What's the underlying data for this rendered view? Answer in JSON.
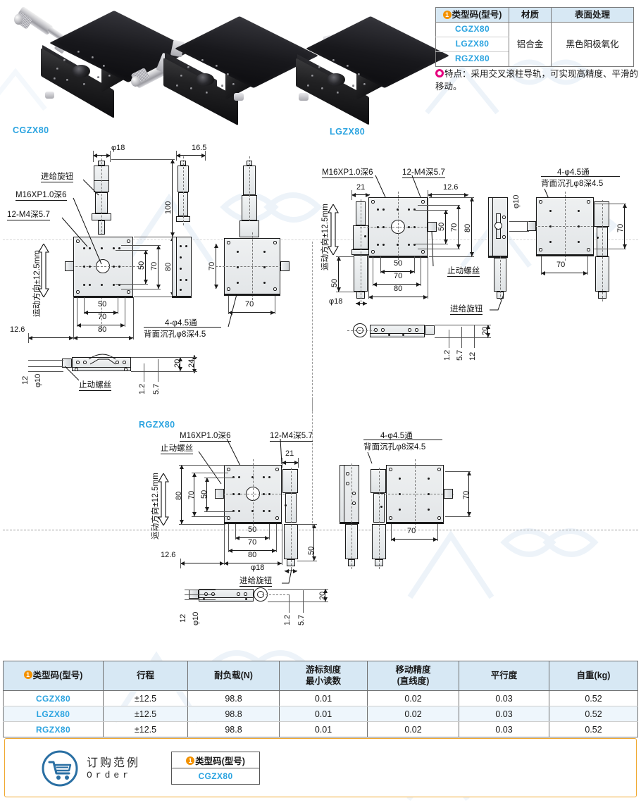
{
  "material_table": {
    "headers": [
      "类型码(型号)",
      "材质",
      "表面处理"
    ],
    "badge": "1",
    "models": [
      "CGZX80",
      "LGZX80",
      "RGZX80"
    ],
    "material": "铝合金",
    "surface": "黑色阳极氧化"
  },
  "feature": {
    "text": "特点：采用交叉滚柱导轨，可实现高精度、平滑的移动。"
  },
  "drawings": {
    "cgzx80": {
      "title": "CGZX80",
      "labels": {
        "feed_knob": "进给旋钮",
        "thread_m16": "M16XP1.0深6",
        "thread_12m4": "12-M4深5.7",
        "travel": "运动方向±12.5mm",
        "through_hole": "4-φ4.5通",
        "counterbore": "背面沉孔φ8深4.5",
        "stop_screw": "止动螺丝"
      },
      "dims": {
        "d18": "φ18",
        "d165": "16.5",
        "h100": "100",
        "w50": "50",
        "w70": "70",
        "w80": "80",
        "v50": "50",
        "v70": "70",
        "v80": "80",
        "side70": "70",
        "base70": "70",
        "off126": "12.6",
        "t20": "20",
        "t24": "24",
        "t12": "1.2",
        "t57": "5.7",
        "h12": "12",
        "d10": "φ10"
      }
    },
    "lgzx80": {
      "title": "LGZX80",
      "labels": {
        "thread_m16": "M16XP1.0深6",
        "thread_12m4": "12-M4深5.7",
        "travel": "运动方向±12.5mm",
        "through_hole": "4-φ4.5通",
        "counterbore": "背面沉孔φ8深4.5",
        "stop_screw": "止动螺丝",
        "feed_knob": "进给旋钮"
      },
      "dims": {
        "w21": "21",
        "off126": "12.6",
        "w50": "50",
        "w70": "70",
        "w80": "80",
        "v50": "50",
        "v70": "70",
        "v80": "80",
        "h50": "50",
        "d18": "φ18",
        "d10": "φ10",
        "right70": "70",
        "base70": "70",
        "t20": "20",
        "t12": "1.2",
        "t57": "5.7",
        "t12b": "12"
      }
    },
    "rgzx80": {
      "title": "RGZX80",
      "labels": {
        "thread_m16": "M16XP1.0深6",
        "thread_12m4": "12-M4深5.7",
        "travel": "运动方向±12.5mm",
        "through_hole": "4-φ4.5通",
        "counterbore": "背面沉孔φ8深4.5",
        "stop_screw": "止动螺丝",
        "feed_knob": "进给旋钮"
      },
      "dims": {
        "w21": "21",
        "off126": "12.6",
        "w50": "50",
        "w70": "70",
        "w80": "80",
        "v50": "50",
        "v70": "70",
        "v80": "80",
        "h50": "50",
        "d18": "φ18",
        "d10": "φ10",
        "right70": "70",
        "base70": "70",
        "t20": "20",
        "t12": "1.2",
        "t57": "5.7",
        "t12b": "12"
      }
    }
  },
  "spec_table": {
    "badge": "1",
    "headers": [
      "类型码(型号)",
      "行程",
      "耐负载(N)",
      "游标刻度\n最小读数",
      "移动精度\n(直线度)",
      "平行度",
      "自重(kg)"
    ],
    "header_lines": {
      "h0": "类型码(型号)",
      "h1": "行程",
      "h2": "耐负载(N)",
      "h3a": "游标刻度",
      "h3b": "最小读数",
      "h4a": "移动精度",
      "h4b": "(直线度)",
      "h5": "平行度",
      "h6": "自重(kg)"
    },
    "rows": [
      {
        "model": "CGZX80",
        "stroke": "±12.5",
        "load": "98.8",
        "vernier": "0.01",
        "accuracy": "0.02",
        "parallelism": "0.03",
        "weight": "0.52"
      },
      {
        "model": "LGZX80",
        "stroke": "±12.5",
        "load": "98.8",
        "vernier": "0.01",
        "accuracy": "0.02",
        "parallelism": "0.03",
        "weight": "0.52"
      },
      {
        "model": "RGZX80",
        "stroke": "±12.5",
        "load": "98.8",
        "vernier": "0.01",
        "accuracy": "0.02",
        "parallelism": "0.03",
        "weight": "0.52"
      }
    ]
  },
  "order": {
    "title_cn": "订购范例",
    "title_en": "Order",
    "badge": "1",
    "header": "类型码(型号)",
    "value": "CGZX80"
  },
  "colors": {
    "accent_blue": "#2aa3e0",
    "header_blue": "#d7e8f4",
    "badge_orange": "#f39200",
    "feature_pink": "#e6007e",
    "order_border": "#f0a830",
    "row_alt": "#eef6fc",
    "watermark": "#dce9f5"
  }
}
